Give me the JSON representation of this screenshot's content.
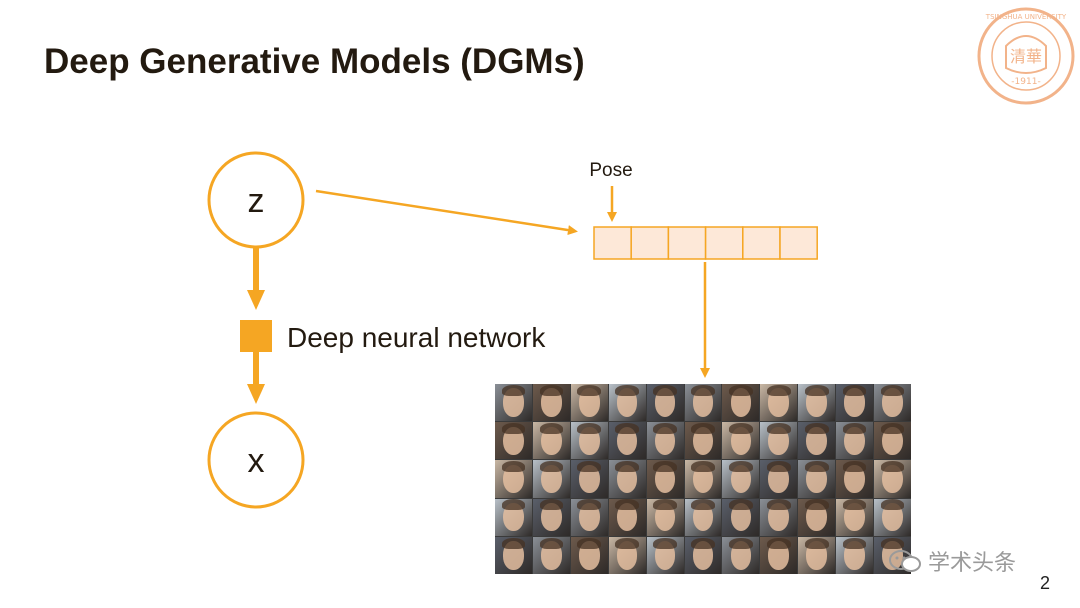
{
  "slide": {
    "title": "Deep Generative Models (DGMs)",
    "page_number": "2",
    "logo_text": "TSINGHUA UNIVERSITY 1911 清華"
  },
  "diagram": {
    "node_z": "z",
    "node_x": "x",
    "network_label": "Deep neural network",
    "pose_label": "Pose",
    "latent_cells": 6,
    "accent_color": "#f5a623",
    "cell_fill": "#fde8d8"
  },
  "faces_grid": {
    "rows": 5,
    "columns": 11
  },
  "watermark": {
    "text": "学术头条",
    "icon": "wechat-icon"
  }
}
